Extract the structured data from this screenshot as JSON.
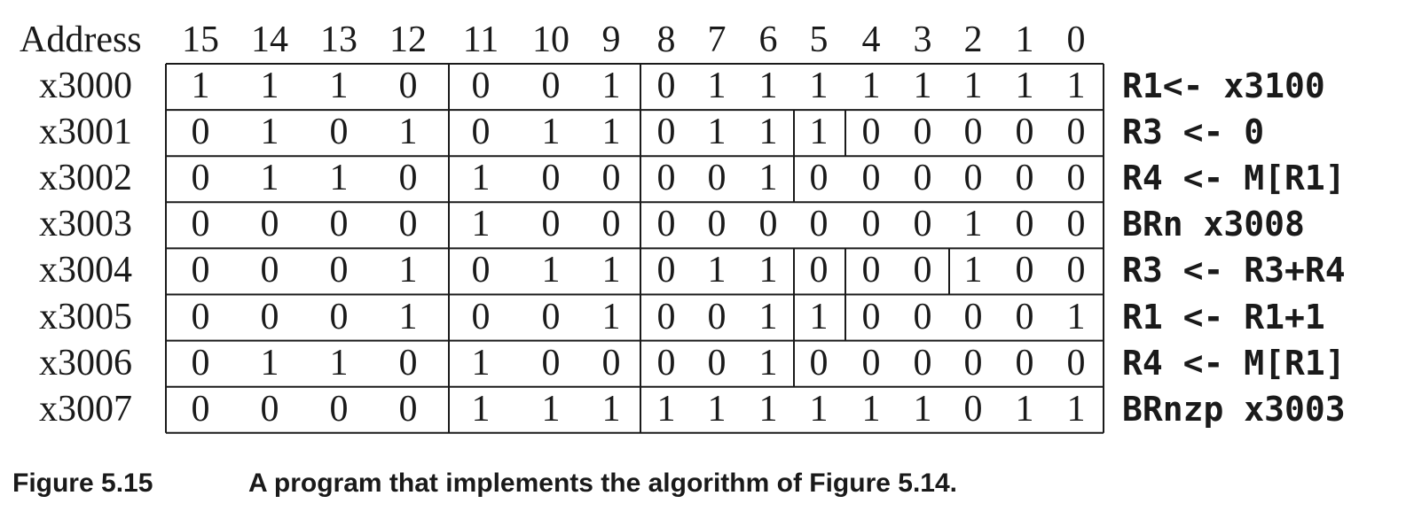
{
  "header": {
    "address_label": "Address",
    "bit_labels": [
      "15",
      "14",
      "13",
      "12",
      "11",
      "10",
      "9",
      "8",
      "7",
      "6",
      "5",
      "4",
      "3",
      "2",
      "1",
      "0"
    ]
  },
  "rows": [
    {
      "address": "x3000",
      "bits": [
        "1",
        "1",
        "1",
        "0",
        "0",
        "0",
        "1",
        "0",
        "1",
        "1",
        "1",
        "1",
        "1",
        "1",
        "1",
        "1"
      ],
      "comment": "R1<- x3100"
    },
    {
      "address": "x3001",
      "bits": [
        "0",
        "1",
        "0",
        "1",
        "0",
        "1",
        "1",
        "0",
        "1",
        "1",
        "1",
        "0",
        "0",
        "0",
        "0",
        "0"
      ],
      "comment": "R3 <- 0"
    },
    {
      "address": "x3002",
      "bits": [
        "0",
        "1",
        "1",
        "0",
        "1",
        "0",
        "0",
        "0",
        "0",
        "1",
        "0",
        "0",
        "0",
        "0",
        "0",
        "0"
      ],
      "comment": "R4 <- M[R1]"
    },
    {
      "address": "x3003",
      "bits": [
        "0",
        "0",
        "0",
        "0",
        "1",
        "0",
        "0",
        "0",
        "0",
        "0",
        "0",
        "0",
        "0",
        "1",
        "0",
        "0"
      ],
      "comment": "BRn x3008"
    },
    {
      "address": "x3004",
      "bits": [
        "0",
        "0",
        "0",
        "1",
        "0",
        "1",
        "1",
        "0",
        "1",
        "1",
        "0",
        "0",
        "0",
        "1",
        "0",
        "0"
      ],
      "comment": "R3 <- R3+R4"
    },
    {
      "address": "x3005",
      "bits": [
        "0",
        "0",
        "0",
        "1",
        "0",
        "0",
        "1",
        "0",
        "0",
        "1",
        "1",
        "0",
        "0",
        "0",
        "0",
        "1"
      ],
      "comment": "R1 <- R1+1"
    },
    {
      "address": "x3006",
      "bits": [
        "0",
        "1",
        "1",
        "0",
        "1",
        "0",
        "0",
        "0",
        "0",
        "1",
        "0",
        "0",
        "0",
        "0",
        "0",
        "0"
      ],
      "comment": "R4 <- M[R1]"
    },
    {
      "address": "x3007",
      "bits": [
        "0",
        "0",
        "0",
        "0",
        "1",
        "1",
        "1",
        "1",
        "1",
        "1",
        "1",
        "1",
        "1",
        "0",
        "1",
        "1"
      ],
      "comment": "BRnzp x3003"
    }
  ],
  "caption": {
    "label": "Figure 5.15",
    "text": "A program that implements the algorithm of Figure 5.14."
  }
}
